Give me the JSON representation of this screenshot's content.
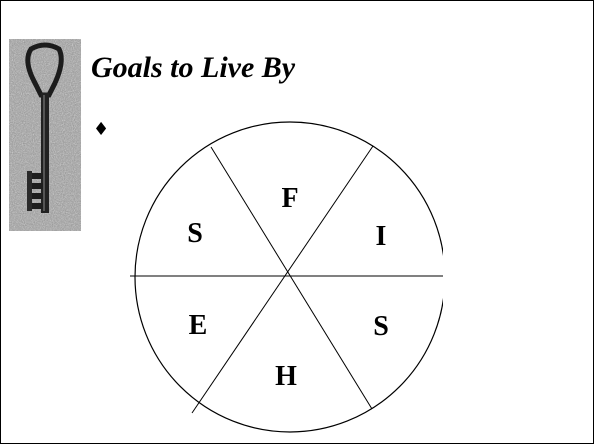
{
  "slide": {
    "title": "Goals to Live By",
    "bullet": "♦"
  },
  "key_image": {
    "icon": "skeleton-key-photo-icon"
  },
  "wheel": {
    "letters": [
      "F",
      "I",
      "S",
      "H",
      "E",
      "S"
    ]
  }
}
